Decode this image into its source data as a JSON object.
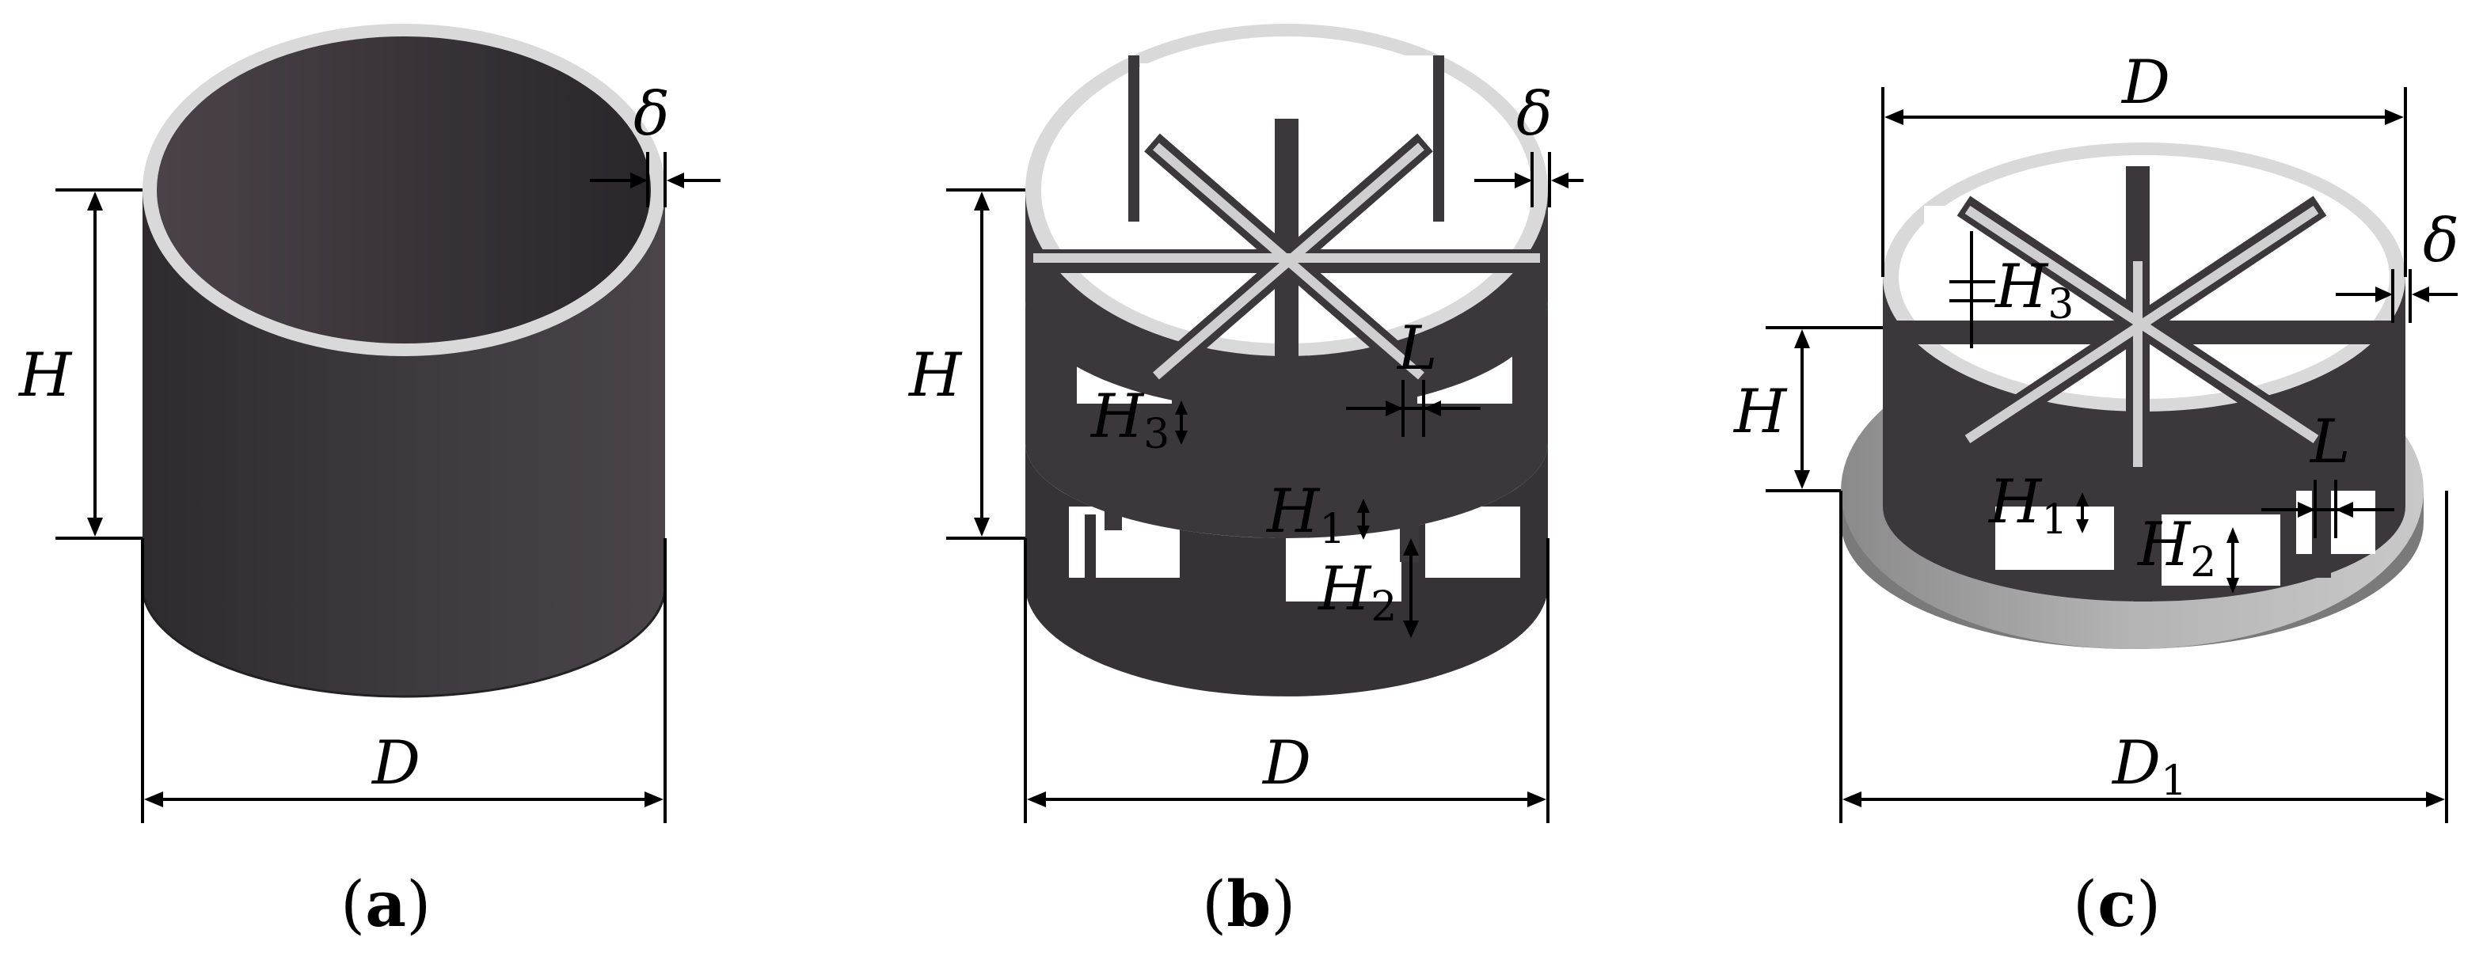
{
  "panels": [
    {
      "id": "a",
      "caption_letter": "a",
      "labels": {
        "H": "H",
        "D": "D",
        "delta": "δ"
      }
    },
    {
      "id": "b",
      "caption_letter": "b",
      "labels": {
        "H": "H",
        "D": "D",
        "delta": "δ",
        "L": "L",
        "H1": "H",
        "H1_sub": "1",
        "H2": "H",
        "H2_sub": "2",
        "H3": "H",
        "H3_sub": "3"
      }
    },
    {
      "id": "c",
      "caption_letter": "c",
      "labels": {
        "H": "H",
        "D": "D",
        "D1": "D",
        "D1_sub": "1",
        "delta": "δ",
        "L": "L",
        "H1": "H",
        "H1_sub": "1",
        "H2": "H",
        "H2_sub": "2",
        "H3": "H",
        "H3_sub": "3"
      }
    }
  ],
  "caption_open": "(",
  "caption_close": ")",
  "colors": {
    "body": "#3b373b",
    "rim": "#d9d9d9",
    "base": "#9a9a9a"
  }
}
